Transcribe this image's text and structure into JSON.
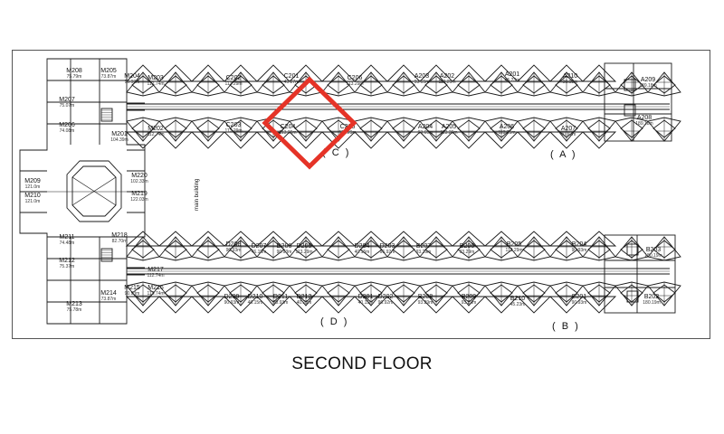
{
  "floor_title": "SECOND FLOOR",
  "main_label": "main building",
  "colors": {
    "highlight": "#e53327",
    "lines": "#1a1a1a",
    "background": "#ffffff"
  },
  "wing_labels": {
    "A": "( A )",
    "B": "( B )",
    "C": "( C )",
    "D": "( D )"
  },
  "units": [
    {
      "name": "M208",
      "area": "75.79m"
    },
    {
      "name": "M205",
      "area": "73.87m"
    },
    {
      "name": "M204",
      "area": "90.93m"
    },
    {
      "name": "M203",
      "area": "112.74m"
    },
    {
      "name": "M207",
      "area": "75.07m"
    },
    {
      "name": "M206",
      "area": "74.08m"
    },
    {
      "name": "M201",
      "area": "104.39m"
    },
    {
      "name": "M202",
      "area": "112.74m"
    },
    {
      "name": "M209",
      "area": "121.0m"
    },
    {
      "name": "M210",
      "area": "121.0m"
    },
    {
      "name": "M220",
      "area": "102.33m"
    },
    {
      "name": "M219",
      "area": "122.03m"
    },
    {
      "name": "M218",
      "area": "82.70m"
    },
    {
      "name": "M211",
      "area": "74.48m"
    },
    {
      "name": "M212",
      "area": "75.37m"
    },
    {
      "name": "M213",
      "area": "75.78m"
    },
    {
      "name": "M214",
      "area": "73.87m"
    },
    {
      "name": "M215",
      "area": "90.93m"
    },
    {
      "name": "M216",
      "area": "112.74m"
    },
    {
      "name": "M217",
      "area": "112.74m"
    },
    {
      "name": "C201",
      "area": "45.27m"
    },
    {
      "name": "C202",
      "area": "113.29m"
    },
    {
      "name": "C203",
      "area": "113.29m"
    },
    {
      "name": "C204",
      "area": "113.29m"
    },
    {
      "name": "C205",
      "area": "113.29m"
    },
    {
      "name": "C206",
      "area": "113.29m"
    },
    {
      "name": "A201",
      "area": "45.23m"
    },
    {
      "name": "A202",
      "area": "113.29m"
    },
    {
      "name": "A203",
      "area": "93.69m"
    },
    {
      "name": "A204",
      "area": "93.69m"
    },
    {
      "name": "A205",
      "area": "113.29m"
    },
    {
      "name": "A206",
      "area": "113.29m"
    },
    {
      "name": "A207",
      "area": "90.93m"
    },
    {
      "name": "A208",
      "area": "189.18m"
    },
    {
      "name": "A209",
      "area": "189.18m"
    },
    {
      "name": "A210",
      "area": "90.93m"
    },
    {
      "name": "D201",
      "area": "40.15m"
    },
    {
      "name": "D202",
      "area": "96.92m"
    },
    {
      "name": "D203",
      "area": "96.92m"
    },
    {
      "name": "D204",
      "area": "40.15m"
    },
    {
      "name": "D205",
      "area": "113.29m"
    },
    {
      "name": "D206",
      "area": "90.93m"
    },
    {
      "name": "D207",
      "area": "46.15m"
    },
    {
      "name": "D208",
      "area": "90.93m"
    },
    {
      "name": "D209",
      "area": "90.93m"
    },
    {
      "name": "D210",
      "area": "46.15m"
    },
    {
      "name": "D211",
      "area": "90.93m"
    },
    {
      "name": "D212",
      "area": "40.23m"
    },
    {
      "name": "B201",
      "area": "90.93m"
    },
    {
      "name": "B202",
      "area": "180.19m"
    },
    {
      "name": "B203",
      "area": "180.19m"
    },
    {
      "name": "B204",
      "area": "90.93m"
    },
    {
      "name": "B205",
      "area": "113.29m"
    },
    {
      "name": "B206",
      "area": "93.29m"
    },
    {
      "name": "B207",
      "area": "93.29m"
    },
    {
      "name": "B208",
      "area": "93.29m"
    },
    {
      "name": "B209",
      "area": "93.29m"
    },
    {
      "name": "B210",
      "area": "45.23m"
    }
  ]
}
